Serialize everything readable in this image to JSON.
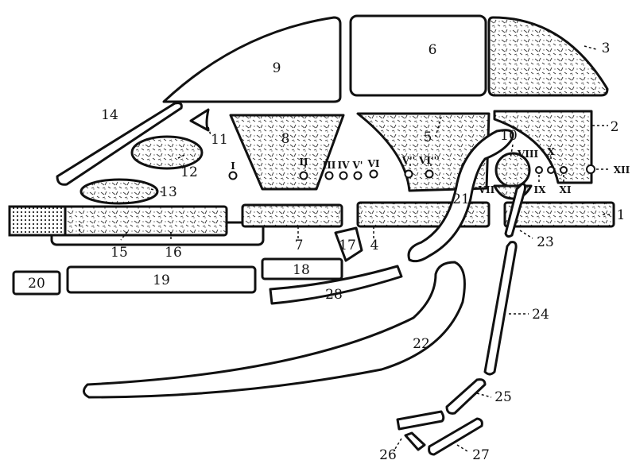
{
  "colors": {
    "ink": "#111111",
    "paper": "#ffffff"
  },
  "labels": {
    "n1": "1",
    "n2": "2",
    "n3": "3",
    "n4": "4",
    "n5": "5",
    "n6": "6",
    "n7": "7",
    "n8": "8",
    "n9": "9",
    "n10": "10",
    "n11": "11",
    "n12": "12",
    "n13": "13",
    "n14": "14",
    "n15": "15",
    "n16": "16",
    "n17": "17",
    "n18": "18",
    "n19": "19",
    "n20": "20",
    "n21": "21",
    "n22": "22",
    "n23": "23",
    "n24": "24",
    "n25": "25",
    "n26": "26",
    "n27": "27",
    "n28": "28"
  },
  "nerves": {
    "I": "I",
    "II": "II",
    "III": "III",
    "IV": "IV",
    "V1": "V'",
    "VI": "VI",
    "V2": "V''",
    "VI2": "VI'''",
    "VII": "VII",
    "VIII": "VIII",
    "IX": "IX",
    "X": "X",
    "XI": "XI",
    "XII": "XII"
  }
}
